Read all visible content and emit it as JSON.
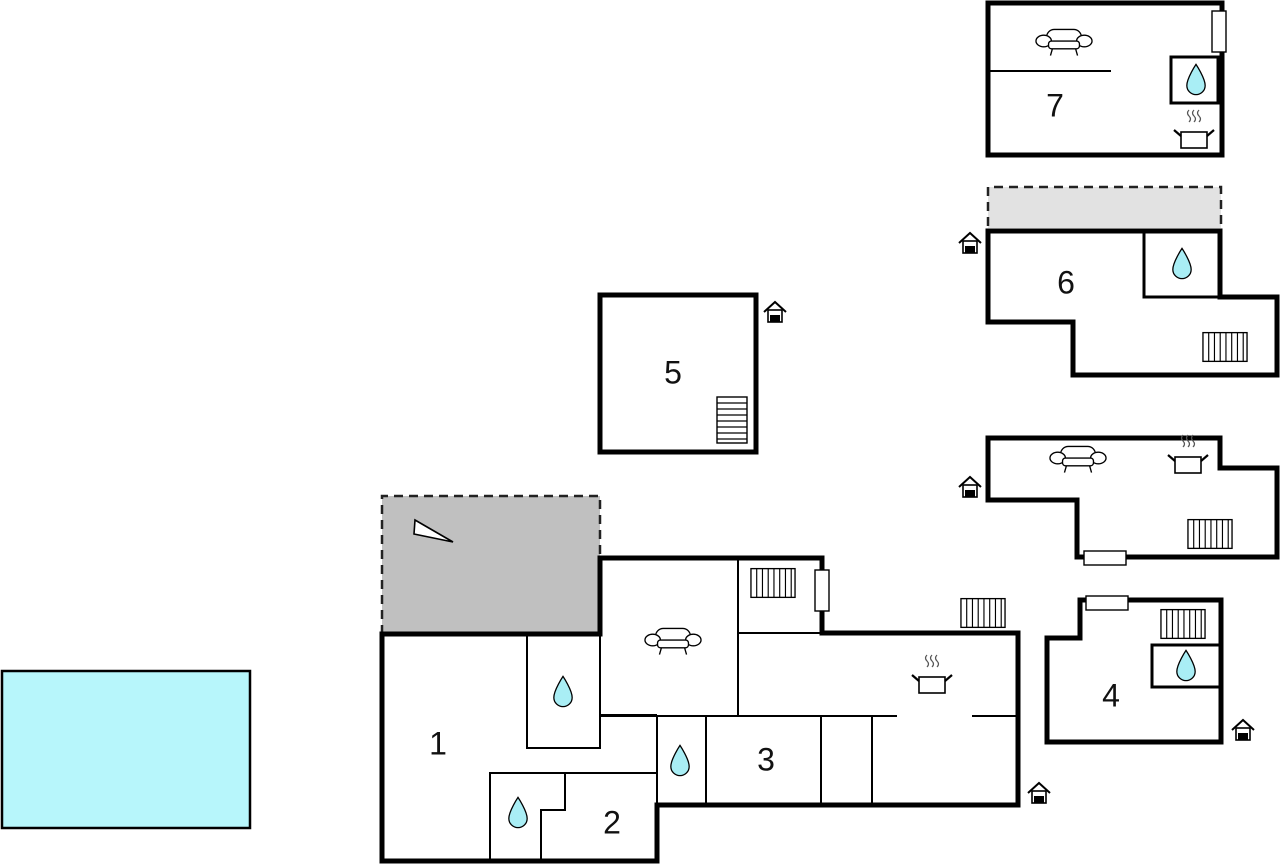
{
  "colors": {
    "pool": "#b7f6fb",
    "terrace": "#c0c0c0",
    "balcony": "#e2e2e2",
    "water_drop": "#a9eef5",
    "wall": "#000000"
  },
  "rooms": [
    {
      "id": "1",
      "label": "1"
    },
    {
      "id": "2",
      "label": "2"
    },
    {
      "id": "3",
      "label": "3"
    },
    {
      "id": "4",
      "label": "4"
    },
    {
      "id": "5",
      "label": "5"
    },
    {
      "id": "6",
      "label": "6"
    },
    {
      "id": "7",
      "label": "7"
    }
  ],
  "icons": {
    "bathroom": "water-drop-icon",
    "living_room": "sofa-icon",
    "kitchen": "cooking-pot-icon",
    "heating": "radiator-icon",
    "entrance": "house-entrance-icon",
    "window": "window-icon",
    "stairs": "stairs-icon",
    "north": "north-arrow-icon"
  }
}
